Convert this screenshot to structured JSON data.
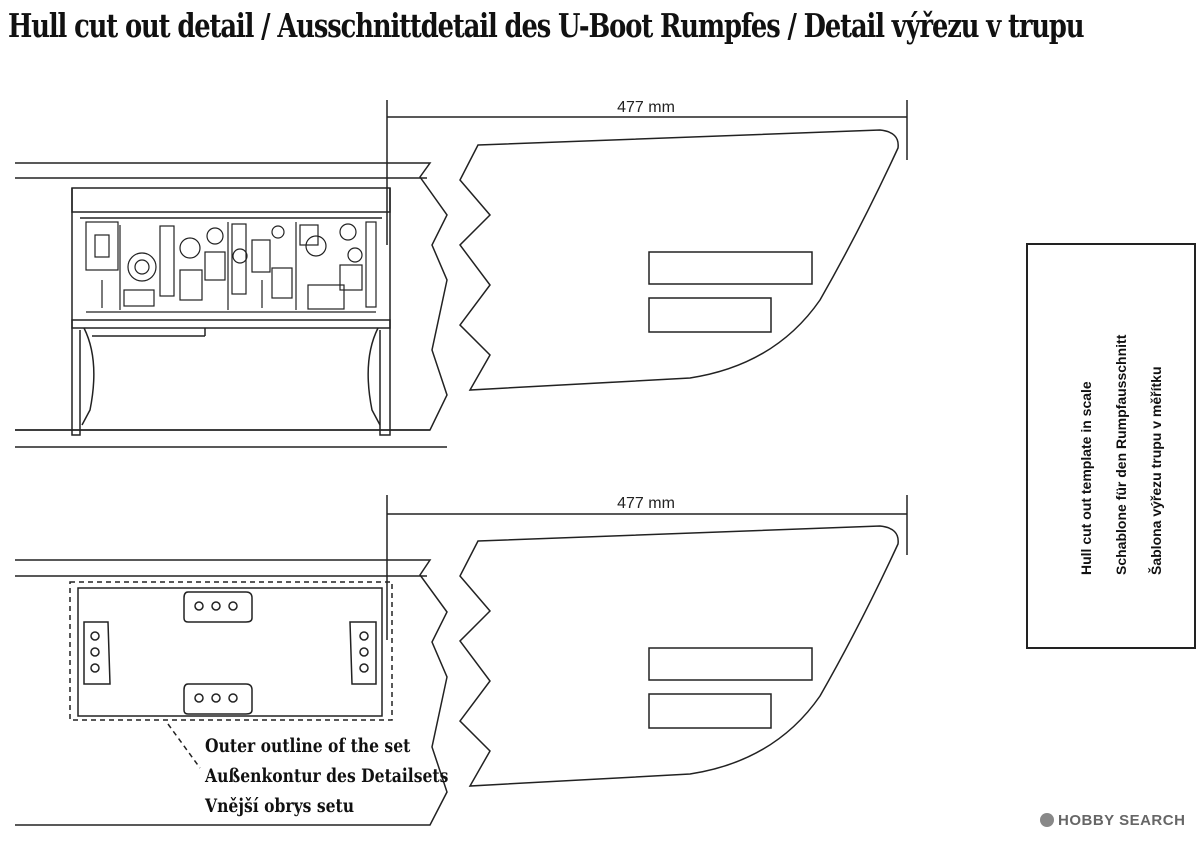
{
  "title": "Hull cut out detail / Ausschnittdetail des U-Boot Rumpfes / Detail výřezu v trupu",
  "top_view": {
    "dimension_label": "477 mm"
  },
  "bottom_view": {
    "dimension_label": "477 mm",
    "outline_note": [
      "Outer outline of the set",
      "Außenkontur des Detailsets",
      "Vnější obrys setu"
    ]
  },
  "sidebox": {
    "lines": [
      "Hull cut out template in scale",
      "Schablone für den Rumpfausschnitt",
      "Šablona výřezu trupu v měřítku"
    ]
  },
  "watermark": "HOBBY SEARCH",
  "colors": {
    "line": "#222222",
    "background": "#ffffff"
  }
}
